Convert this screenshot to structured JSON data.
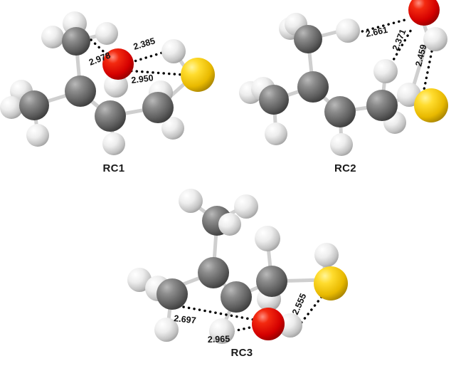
{
  "figure": {
    "background_color": "#ffffff",
    "type": "molecular-structure-figure",
    "panels": [
      {
        "id": "RC1",
        "caption": "RC1",
        "distances": [
          {
            "label": "2.978",
            "from": "H",
            "to": "O"
          },
          {
            "label": "2.385",
            "from": "O",
            "to": "H"
          },
          {
            "label": "2.950",
            "from": "O",
            "to": "S"
          }
        ]
      },
      {
        "id": "RC2",
        "caption": "RC2",
        "distances": [
          {
            "label": "2.661",
            "from": "H",
            "to": "O"
          },
          {
            "label": "2.371",
            "from": "H",
            "to": "O"
          },
          {
            "label": "2.459",
            "from": "H",
            "to": "S"
          }
        ]
      },
      {
        "id": "RC3",
        "caption": "RC3",
        "distances": [
          {
            "label": "2.697",
            "from": "H",
            "to": "O"
          },
          {
            "label": "2.965",
            "from": "H",
            "to": "O"
          },
          {
            "label": "2.555",
            "from": "H",
            "to": "S"
          }
        ]
      }
    ],
    "atom_colors": {
      "carbon": "#6e6e6e",
      "hydrogen": "#e8e8e8",
      "oxygen": "#e00000",
      "sulfur": "#f2c400",
      "bond": "#c9c9c9",
      "contact": "#000000"
    }
  }
}
